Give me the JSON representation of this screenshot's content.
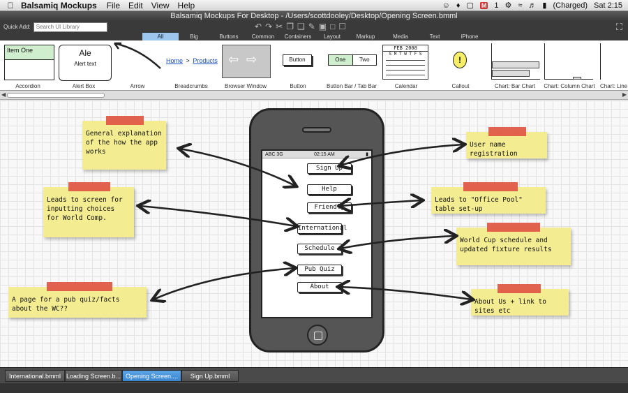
{
  "menubar": {
    "app_name": "Balsamiq Mockups",
    "menus": [
      "File",
      "Edit",
      "View",
      "Help"
    ],
    "gmail_count": "1",
    "battery_status": "(Charged)",
    "clock": "Sat 2:15"
  },
  "window": {
    "title": "Balsamiq Mockups For Desktop - /Users/scottdooley/Desktop/Opening Screen.bmml"
  },
  "toolbar": {
    "quick_add_label": "Quick Add:",
    "search_placeholder": "Search UI Library"
  },
  "categories": [
    "All",
    "Big",
    "Buttons",
    "Common",
    "Containers",
    "Layout",
    "Markup",
    "Media",
    "Text",
    "iPhone"
  ],
  "library": {
    "items": [
      "Accordion",
      "Alert Box",
      "Arrow",
      "Breadcrumbs",
      "Browser Window",
      "Button",
      "Button Bar / Tab Bar",
      "Calendar",
      "Callout",
      "Chart: Bar Chart",
      "Chart: Column Chart",
      "Chart: Line"
    ],
    "accordion_item": "Item One",
    "alert_title": "Ale",
    "alert_text": "Alert text",
    "breadcrumb_home": "Home",
    "breadcrumb_sep": ">",
    "breadcrumb_products": "Products",
    "button_label": "Button",
    "bar_one": "One",
    "bar_two": "Two",
    "calendar_header": "FEB 2008",
    "calendar_days": "S M T W T F S",
    "callout_mark": "!"
  },
  "phone": {
    "carrier": "ABC 3G",
    "time": "02:15 AM",
    "buttons": [
      "Sign Up",
      "Help",
      "Friendly",
      "International",
      "Schedule",
      "Pub Quiz",
      "About"
    ]
  },
  "notes": {
    "general": "General explanation of the how the app works",
    "inputting": "Leads to screen for inputting choices for World Comp.",
    "pubquiz": "A page for a pub quiz/facts about the WC??",
    "username": "User name registration",
    "officepool": "Leads to \"Office Pool\" table set-up",
    "worldcup": "World Cup schedule and updated fixture results",
    "aboutus": "About Us + link to sites etc"
  },
  "tabs": [
    "International.bmml",
    "Loading Screen.b...",
    "Opening Screen....",
    "Sign Up.bmml"
  ],
  "active_tab_index": 2
}
